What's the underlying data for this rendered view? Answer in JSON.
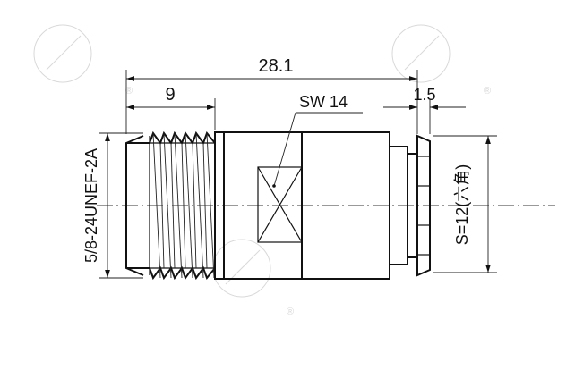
{
  "dimensions": {
    "overall_length": "28.1",
    "thread_length": "9",
    "flange_width": "1.5",
    "wrench_flat": "SW 14",
    "thread_spec": "5/8-24UNEF-2A",
    "hex_size": "S=12(六角)"
  }
}
